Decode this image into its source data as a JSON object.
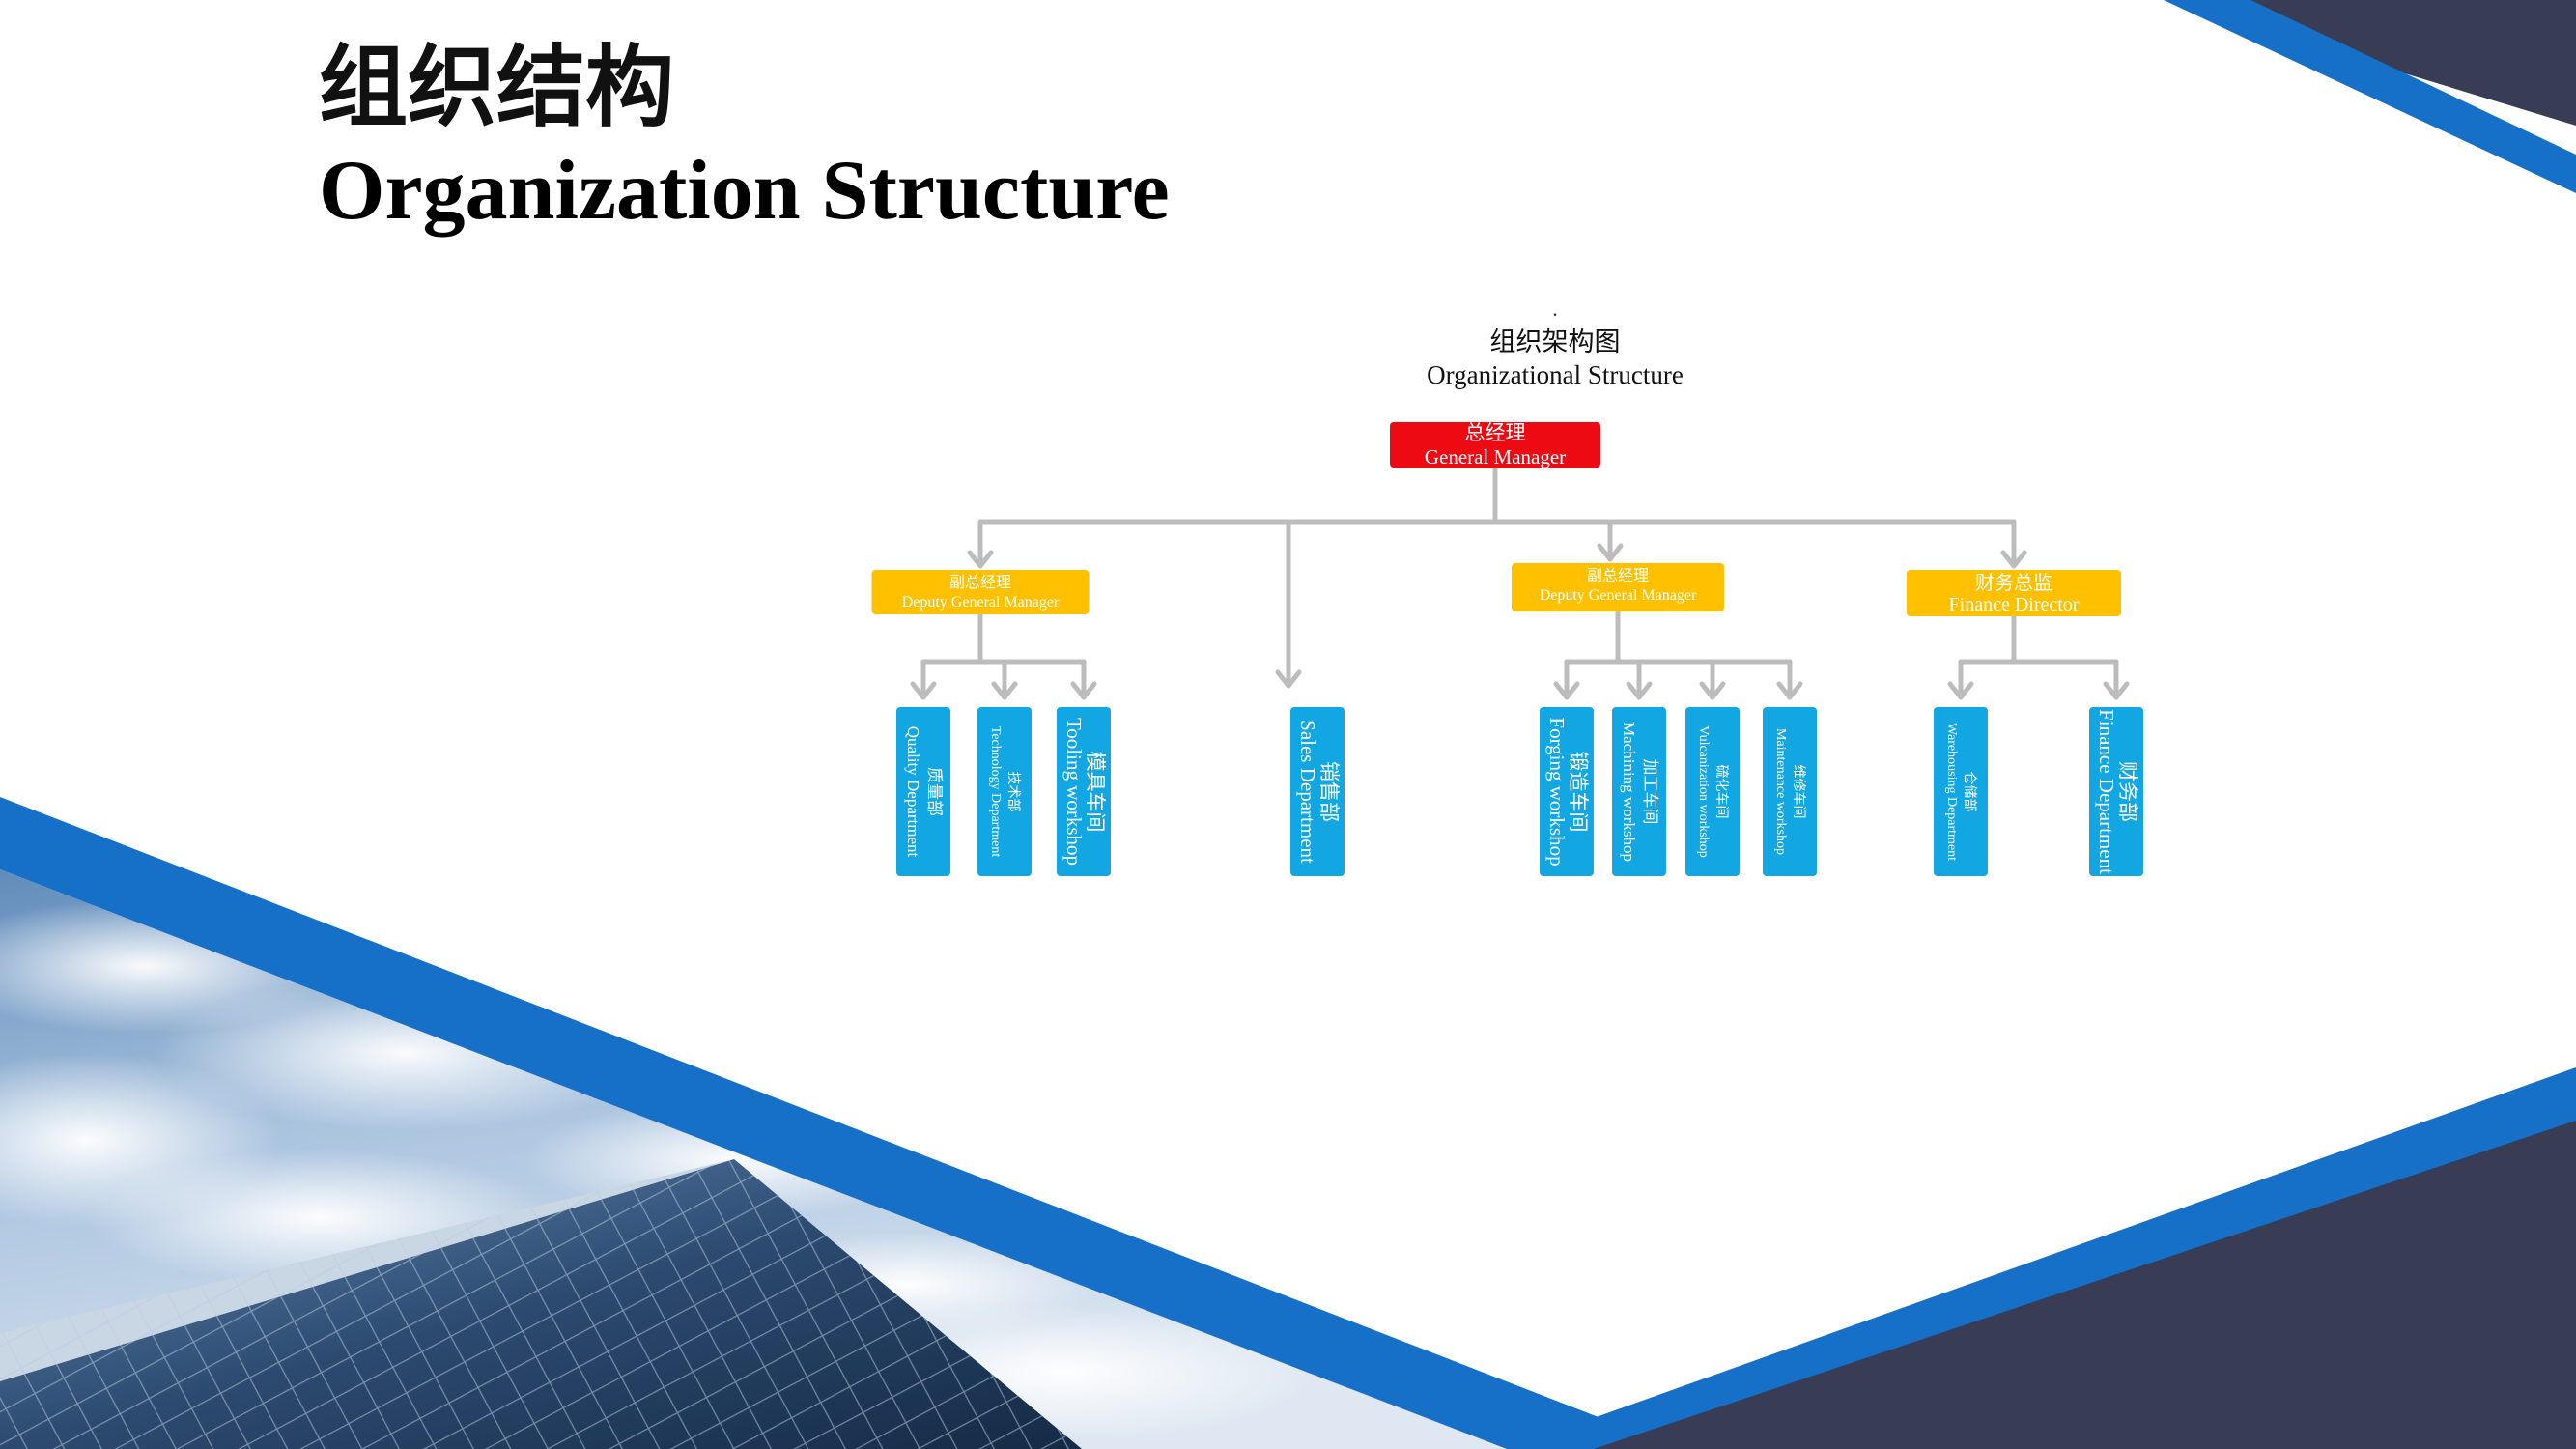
{
  "slide": {
    "title_zh": "组织结构",
    "title_en": "Organization Structure"
  },
  "colors": {
    "blue": "#1770c8",
    "navy": "#383d55",
    "red": "#ee0a12",
    "yellow": "#ffc000",
    "cyan": "#12a7e2",
    "connector": "#bcbcbc"
  },
  "chart_data": {
    "type": "org-chart",
    "dot": ".",
    "title_zh": "组织架构图",
    "title_en": "Organizational Structure",
    "root": {
      "zh": "总经理",
      "en": "General Manager"
    },
    "managers": [
      {
        "zh": "副总经理",
        "en": "Deputy General Manager"
      },
      {
        "zh": "副总经理",
        "en": "Deputy General Manager"
      },
      {
        "zh": "财务总监",
        "en": "Finance Director"
      }
    ],
    "departments": [
      {
        "zh": "质量部",
        "en": "Quality Department",
        "parent": 0
      },
      {
        "zh": "技术部",
        "en": "Technology Department",
        "parent": 0
      },
      {
        "zh": "模具车间",
        "en": "Tooling workshop",
        "parent": 0
      },
      {
        "zh": "销售部",
        "en": "Sales Department",
        "parent": "root"
      },
      {
        "zh": "锻造车间",
        "en": "Forging workshop",
        "parent": 1
      },
      {
        "zh": "加工车间",
        "en": "Machining workshop",
        "parent": 1
      },
      {
        "zh": "硫化车间",
        "en": "Vulcanization workshop",
        "parent": 1
      },
      {
        "zh": "维修车间",
        "en": "Maintenance workshop",
        "parent": 1
      },
      {
        "zh": "仓储部",
        "en": "Warehousing Department",
        "parent": 2
      },
      {
        "zh": "财务部",
        "en": "Finance Department",
        "parent": 2
      }
    ]
  }
}
